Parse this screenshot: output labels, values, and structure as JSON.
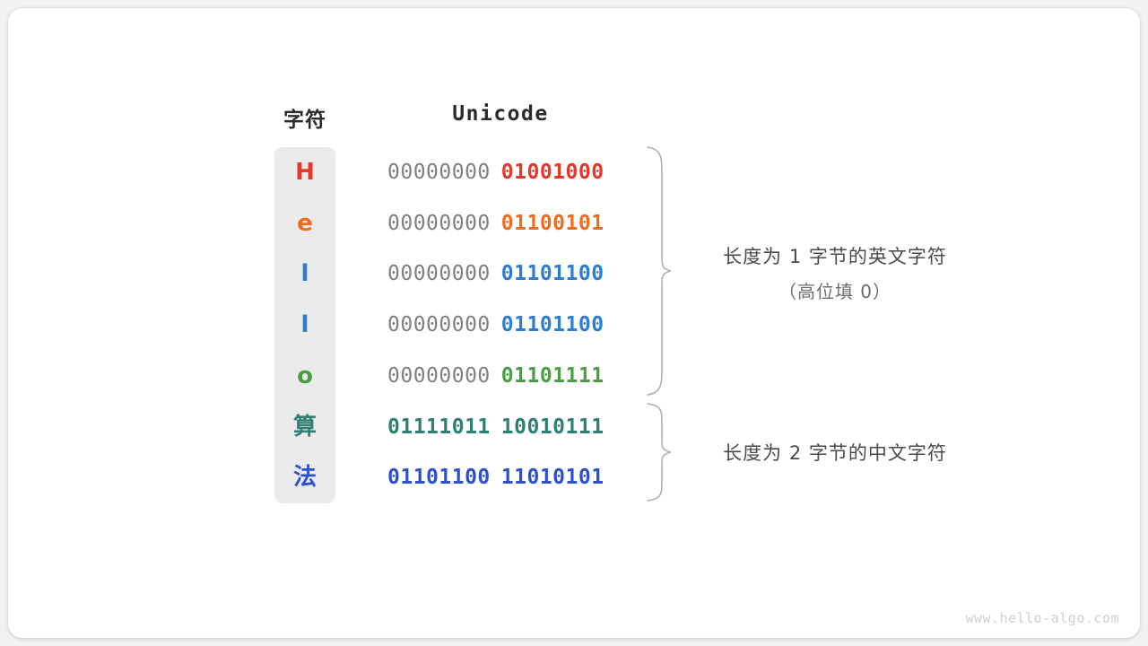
{
  "theme": {
    "page_background": "#f2f2f2",
    "card_background": "#ffffff",
    "char_panel_background": "#ebebeb",
    "header_color": "#2b2b2b",
    "high_byte_color": "#808080",
    "annotation_color": "#4a4a4a",
    "watermark_color": "#cfcfcf"
  },
  "headers": {
    "character": "字符",
    "unicode": "Unicode"
  },
  "rows": [
    {
      "char": "H",
      "kind": "latin",
      "color": "#e7372a",
      "high_byte": "00000000",
      "low_byte": "01001000"
    },
    {
      "char": "e",
      "kind": "latin",
      "color": "#ee6b20",
      "high_byte": "00000000",
      "low_byte": "01100101"
    },
    {
      "char": "l",
      "kind": "latin",
      "color": "#2e7dd1",
      "high_byte": "00000000",
      "low_byte": "01101100"
    },
    {
      "char": "l",
      "kind": "latin",
      "color": "#2e7dd1",
      "high_byte": "00000000",
      "low_byte": "01101100"
    },
    {
      "char": "o",
      "kind": "latin",
      "color": "#4b9e45",
      "high_byte": "00000000",
      "low_byte": "01101111"
    },
    {
      "char": "算",
      "kind": "cjk",
      "color": "#2e8073",
      "high_byte": "01111011",
      "low_byte": "10010111"
    },
    {
      "char": "法",
      "kind": "cjk",
      "color": "#2f50ce",
      "high_byte": "01101100",
      "low_byte": "11010101"
    }
  ],
  "annotations": [
    {
      "line1": "长度为 1 字节的英文字符",
      "line2": "（高位填 0）"
    },
    {
      "line1": "长度为 2 字节的中文字符",
      "line2": ""
    }
  ],
  "watermark": "www.hello-algo.com"
}
